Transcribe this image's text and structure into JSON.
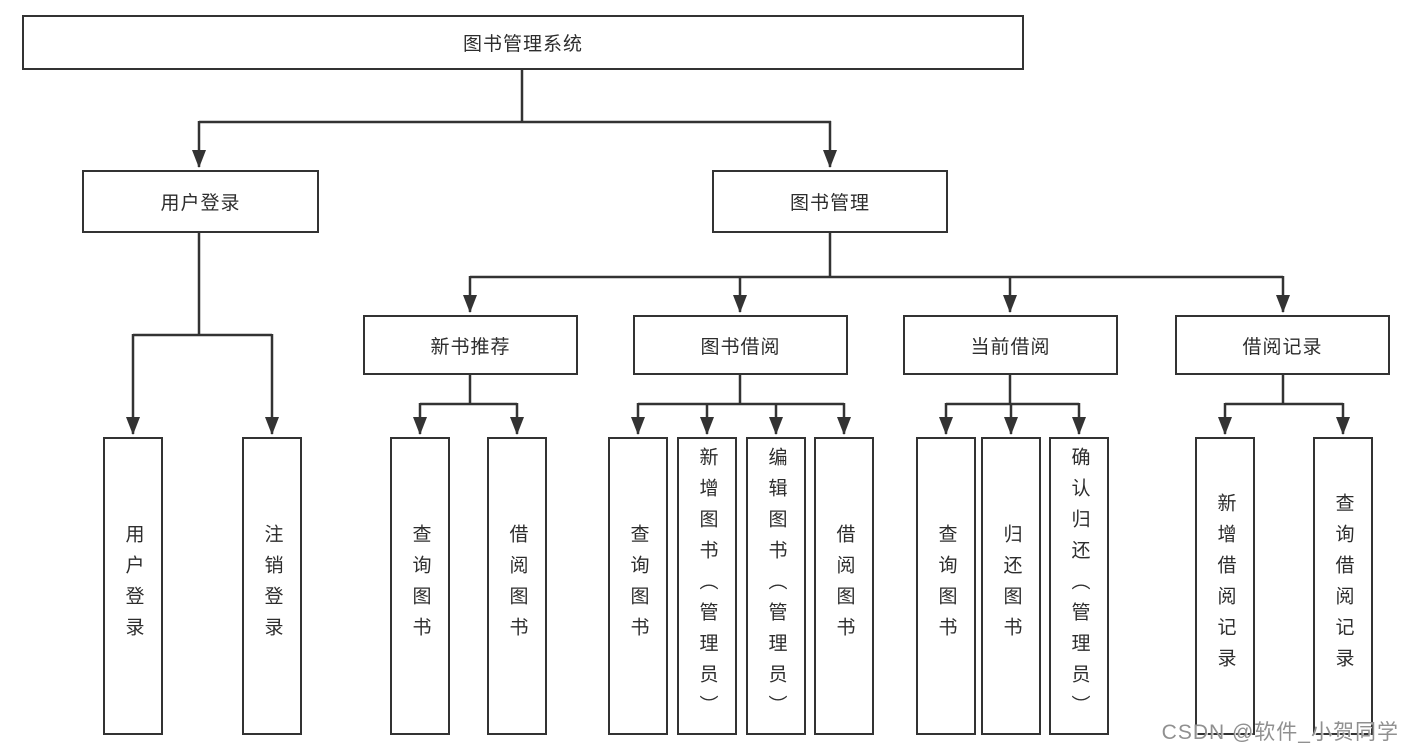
{
  "diagram": {
    "title": "图书管理系统",
    "level2": {
      "user_login": "用户登录",
      "book_management": "图书管理"
    },
    "level3": {
      "new_book_recommend": "新书推荐",
      "book_borrowing": "图书借阅",
      "current_borrowing": "当前借阅",
      "borrowing_records": "借阅记录"
    },
    "leaves": {
      "user_login": "用户登录",
      "logout": "注销登录",
      "query_books_recommend": "查询图书",
      "borrow_books_recommend": "借阅图书",
      "query_books_borrowing": "查询图书",
      "add_books_admin": "新增图书（管理员）",
      "edit_books_admin": "编辑图书（管理员）",
      "borrow_books_borrowing": "借阅图书",
      "query_books_current": "查询图书",
      "return_books": "归还图书",
      "confirm_return_admin": "确认归还（管理员）",
      "add_borrow_record": "新增借阅记录",
      "query_borrow_record": "查询借阅记录"
    }
  },
  "watermark": "CSDN @软件_小贺同学",
  "colors": {
    "line": "#333333",
    "box_border": "#333333",
    "box_fill": "#ffffff",
    "text": "#2d2d2d",
    "watermark": "#909090",
    "background": "#ffffff"
  }
}
